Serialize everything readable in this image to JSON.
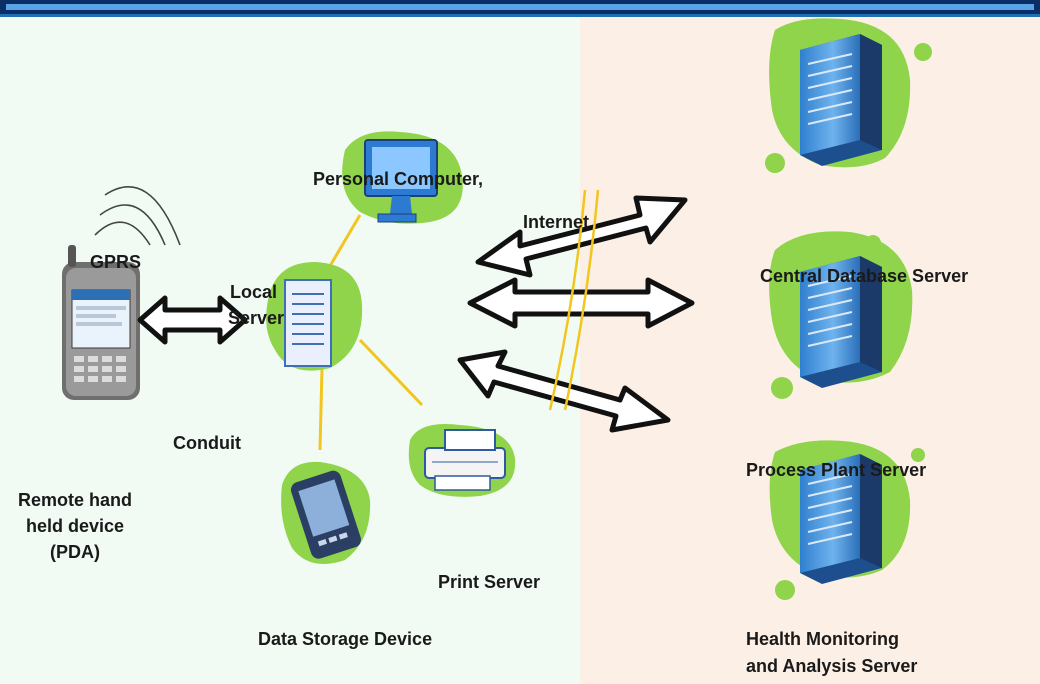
{
  "labels": {
    "personal_computer": "Personal Computer,",
    "internet": "Internet",
    "gprs": "GPRS",
    "local_server_line1": "Local",
    "local_server_line2": "Server",
    "conduit": "Conduit",
    "remote_device_line1": "Remote hand",
    "remote_device_line2": "held device",
    "remote_device_line3": "(PDA)",
    "print_server": "Print Server",
    "data_storage": "Data Storage Device",
    "central_db": "Central Database Server",
    "process_plant": "Process Plant Server",
    "health_line1": "Health Monitoring",
    "health_line2": "and Analysis Server"
  },
  "colors": {
    "left_panel": "#f1fbf4",
    "right_panel": "#fcefe6",
    "blob_green": "#8fd44a",
    "link_yellow": "#f2c61f",
    "server_blue": "#3b8fd9"
  }
}
